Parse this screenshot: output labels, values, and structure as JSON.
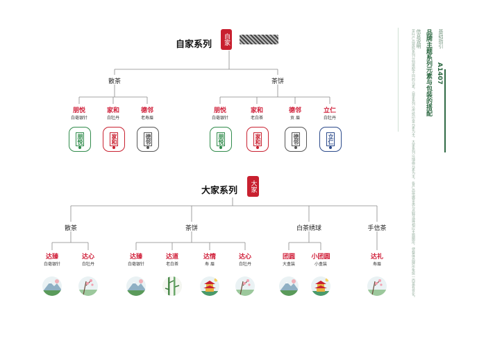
{
  "sidebar": {
    "small_label": "基础指引",
    "code": "A1407",
    "main_title": "品牌主题系列元素与包装的搭配",
    "info_heading": "信息说明",
    "description": "茶叶产品按照系列分别搭配不同的元素，自家系列以传统印章元素为主，大家系列以插画元素为主，各产品依据茶类与品种选择相应主题图形，使整体品牌形象统一而富有变化。"
  },
  "zijia": {
    "title": "自家系列",
    "seal_text": "自家",
    "categories": [
      {
        "label": "散茶",
        "products": [
          {
            "name": "朋悦",
            "variety": "白毫银针",
            "seal": "朋悦",
            "color": "#2f8a4a"
          },
          {
            "name": "家和",
            "variety": "白牡丹",
            "seal": "家和",
            "color": "#c8202f"
          },
          {
            "name": "德邻",
            "variety": "老寿眉",
            "seal": "德邻",
            "color": "#555555"
          }
        ]
      },
      {
        "label": "茶饼",
        "products": [
          {
            "name": "朋悦",
            "variety": "白毫银针",
            "seal": "朋悦",
            "color": "#2f8a4a"
          },
          {
            "name": "家和",
            "variety": "老白茶",
            "seal": "家和",
            "color": "#c8202f"
          },
          {
            "name": "德邻",
            "variety": "贡 眉",
            "seal": "德邻",
            "color": "#555555"
          },
          {
            "name": "立仁",
            "variety": "白牡丹",
            "seal": "立仁",
            "color": "#2b4a8a"
          }
        ]
      }
    ]
  },
  "dajia": {
    "title": "大家系列",
    "seal_text": "大家",
    "categories": [
      {
        "label": "散茶",
        "products": [
          {
            "name": "达臻",
            "variety": "白毫银针",
            "icon": "mountain-icon"
          },
          {
            "name": "达心",
            "variety": "白牡丹",
            "icon": "plum-blossom-icon"
          }
        ]
      },
      {
        "label": "茶饼",
        "products": [
          {
            "name": "达臻",
            "variety": "白毫银针",
            "icon": "mountain-icon"
          },
          {
            "name": "达道",
            "variety": "老白茶",
            "icon": "bamboo-icon"
          },
          {
            "name": "达情",
            "variety": "寿 眉",
            "icon": "pagoda-icon"
          },
          {
            "name": "达心",
            "variety": "白牡丹",
            "icon": "plum-blossom-icon"
          }
        ]
      },
      {
        "label": "白茶绣球",
        "products": [
          {
            "name": "团圆",
            "variety": "大盒装",
            "icon": "mountain-icon"
          },
          {
            "name": "小团圆",
            "variety": "小盒装",
            "icon": "pagoda-icon"
          }
        ]
      },
      {
        "label": "手信茶",
        "products": [
          {
            "name": "达礼",
            "variety": "寿眉",
            "icon": "plum-blossom-icon"
          }
        ]
      }
    ]
  },
  "colors": {
    "accent_red": "#d0203a",
    "seal_red": "#c8202f",
    "side_green": "#2f6a44",
    "line": "#888888"
  }
}
